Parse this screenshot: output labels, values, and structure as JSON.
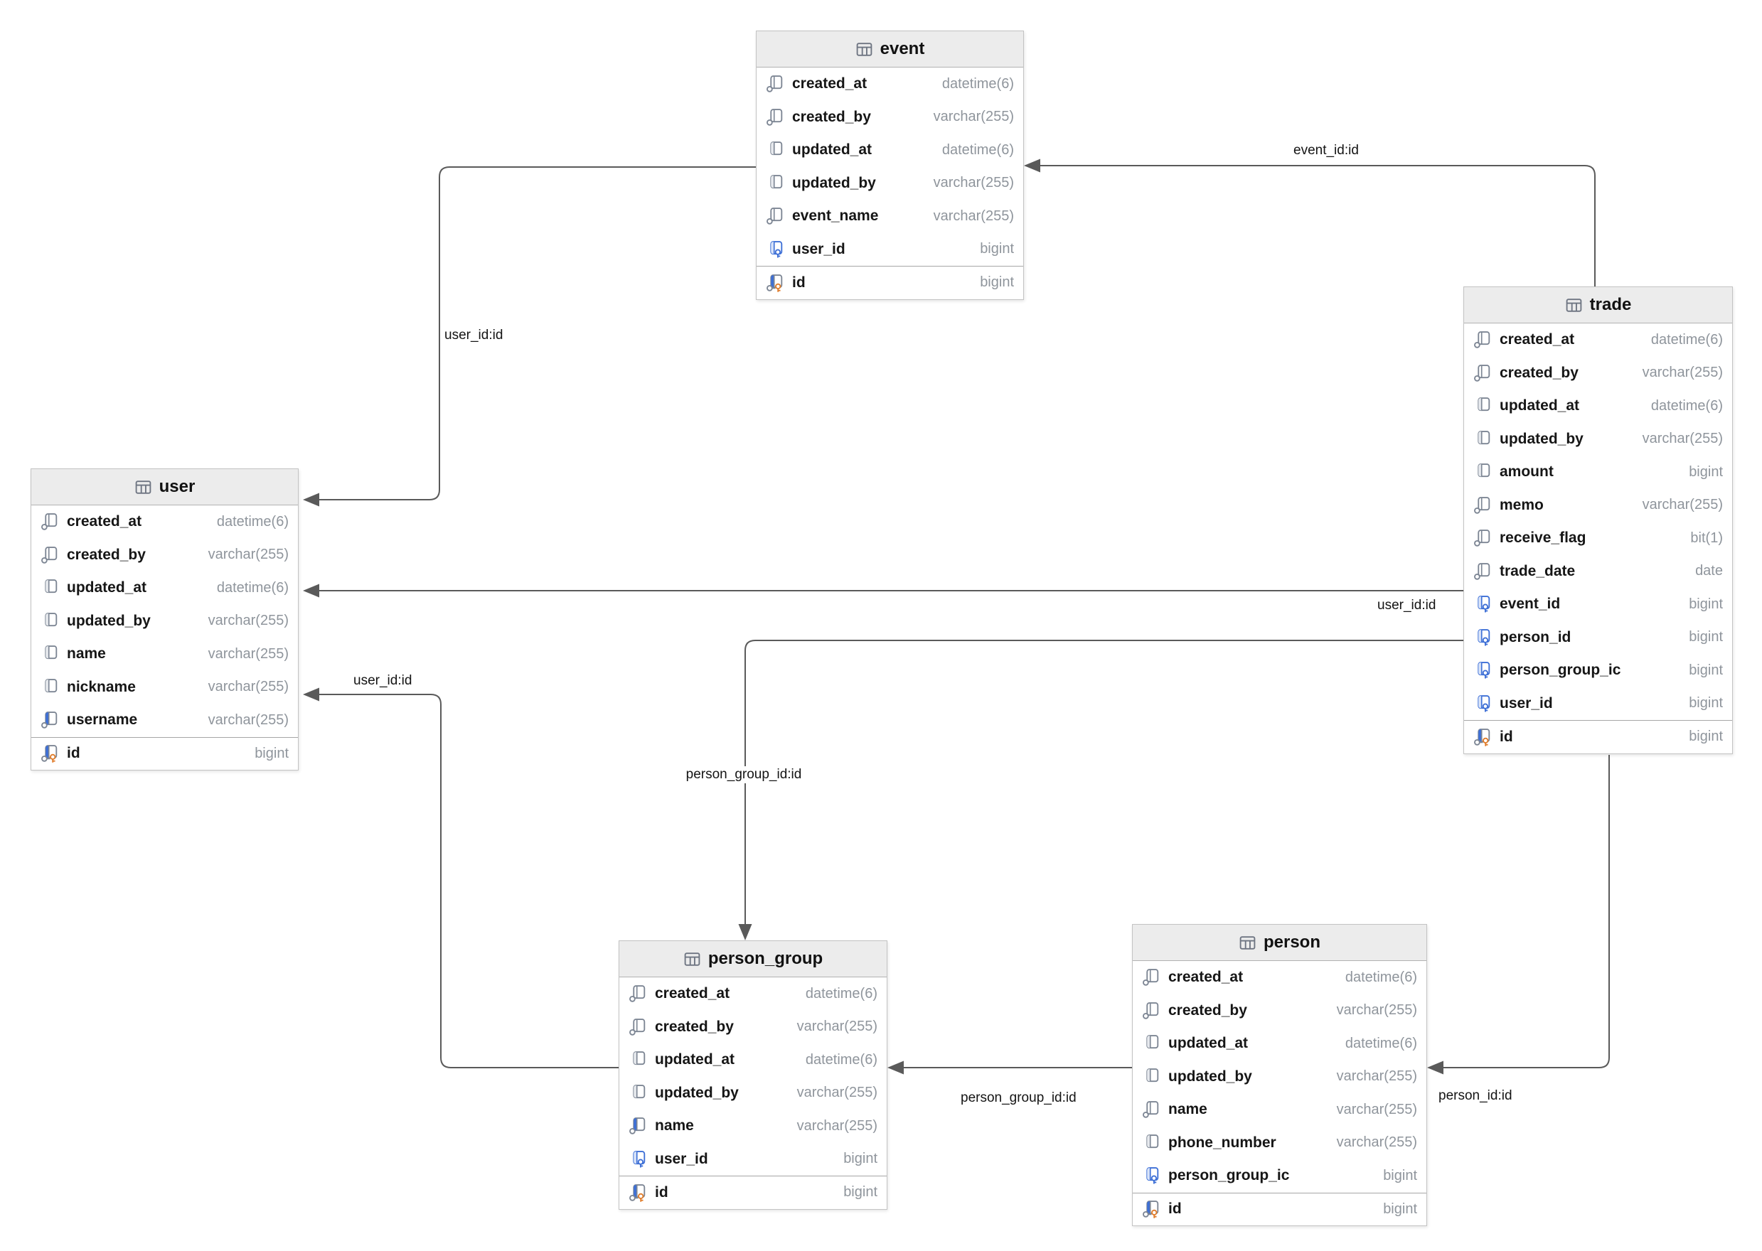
{
  "diagram": {
    "tables": [
      {
        "name": "event",
        "columns": [
          {
            "name": "created_at",
            "type": "datetime(6)",
            "icon": "column-nullable"
          },
          {
            "name": "created_by",
            "type": "varchar(255)",
            "icon": "column-nullable"
          },
          {
            "name": "updated_at",
            "type": "datetime(6)",
            "icon": "column-notnull"
          },
          {
            "name": "updated_by",
            "type": "varchar(255)",
            "icon": "column-notnull"
          },
          {
            "name": "event_name",
            "type": "varchar(255)",
            "icon": "column-nullable"
          },
          {
            "name": "user_id",
            "type": "bigint",
            "icon": "foreign-key"
          },
          {
            "name": "id",
            "type": "bigint",
            "icon": "primary-key"
          }
        ]
      },
      {
        "name": "trade",
        "columns": [
          {
            "name": "created_at",
            "type": "datetime(6)",
            "icon": "column-nullable"
          },
          {
            "name": "created_by",
            "type": "varchar(255)",
            "icon": "column-nullable"
          },
          {
            "name": "updated_at",
            "type": "datetime(6)",
            "icon": "column-notnull"
          },
          {
            "name": "updated_by",
            "type": "varchar(255)",
            "icon": "column-notnull"
          },
          {
            "name": "amount",
            "type": "bigint",
            "icon": "column-notnull"
          },
          {
            "name": "memo",
            "type": "varchar(255)",
            "icon": "column-nullable"
          },
          {
            "name": "receive_flag",
            "type": "bit(1)",
            "icon": "column-nullable"
          },
          {
            "name": "trade_date",
            "type": "date",
            "icon": "column-nullable"
          },
          {
            "name": "event_id",
            "type": "bigint",
            "icon": "foreign-key"
          },
          {
            "name": "person_id",
            "type": "bigint",
            "icon": "foreign-key"
          },
          {
            "name": "person_group_ic",
            "type": "bigint",
            "icon": "foreign-key"
          },
          {
            "name": "user_id",
            "type": "bigint",
            "icon": "foreign-key"
          },
          {
            "name": "id",
            "type": "bigint",
            "icon": "primary-key"
          }
        ]
      },
      {
        "name": "user",
        "columns": [
          {
            "name": "created_at",
            "type": "datetime(6)",
            "icon": "column-nullable"
          },
          {
            "name": "created_by",
            "type": "varchar(255)",
            "icon": "column-nullable"
          },
          {
            "name": "updated_at",
            "type": "datetime(6)",
            "icon": "column-notnull"
          },
          {
            "name": "updated_by",
            "type": "varchar(255)",
            "icon": "column-notnull"
          },
          {
            "name": "name",
            "type": "varchar(255)",
            "icon": "column-notnull"
          },
          {
            "name": "nickname",
            "type": "varchar(255)",
            "icon": "column-notnull"
          },
          {
            "name": "username",
            "type": "varchar(255)",
            "icon": "unique-key"
          },
          {
            "name": "id",
            "type": "bigint",
            "icon": "primary-key"
          }
        ]
      },
      {
        "name": "person_group",
        "columns": [
          {
            "name": "created_at",
            "type": "datetime(6)",
            "icon": "column-nullable"
          },
          {
            "name": "created_by",
            "type": "varchar(255)",
            "icon": "column-nullable"
          },
          {
            "name": "updated_at",
            "type": "datetime(6)",
            "icon": "column-notnull"
          },
          {
            "name": "updated_by",
            "type": "varchar(255)",
            "icon": "column-notnull"
          },
          {
            "name": "name",
            "type": "varchar(255)",
            "icon": "unique-key"
          },
          {
            "name": "user_id",
            "type": "bigint",
            "icon": "foreign-key"
          },
          {
            "name": "id",
            "type": "bigint",
            "icon": "primary-key"
          }
        ]
      },
      {
        "name": "person",
        "columns": [
          {
            "name": "created_at",
            "type": "datetime(6)",
            "icon": "column-nullable"
          },
          {
            "name": "created_by",
            "type": "varchar(255)",
            "icon": "column-nullable"
          },
          {
            "name": "updated_at",
            "type": "datetime(6)",
            "icon": "column-notnull"
          },
          {
            "name": "updated_by",
            "type": "varchar(255)",
            "icon": "column-notnull"
          },
          {
            "name": "name",
            "type": "varchar(255)",
            "icon": "column-nullable"
          },
          {
            "name": "phone_number",
            "type": "varchar(255)",
            "icon": "column-notnull"
          },
          {
            "name": "person_group_ic",
            "type": "bigint",
            "icon": "foreign-key"
          },
          {
            "name": "id",
            "type": "bigint",
            "icon": "primary-key"
          }
        ]
      }
    ],
    "edges": [
      {
        "label": "user_id:id",
        "from": "event.user_id",
        "to": "user.id"
      },
      {
        "label": "event_id:id",
        "from": "trade.event_id",
        "to": "event.id"
      },
      {
        "label": "user_id:id",
        "from": "trade.user_id",
        "to": "user.id"
      },
      {
        "label": "person_group_id:id",
        "from": "trade.person_group_ic",
        "to": "person_group.id"
      },
      {
        "label": "user_id:id",
        "from": "person_group.user_id",
        "to": "user.id"
      },
      {
        "label": "person_group_id:id",
        "from": "person.person_group_ic",
        "to": "person_group.id"
      },
      {
        "label": "person_id:id",
        "from": "trade.person_id",
        "to": "person.id"
      }
    ],
    "colors": {
      "fk_blue": "#3D6FD6",
      "pk_orange": "#E07C2A",
      "edge_gray": "#5A5A5A",
      "icon_gray": "#7D8694",
      "header_bg": "#ECECEC",
      "type_text": "#8F959C"
    }
  }
}
